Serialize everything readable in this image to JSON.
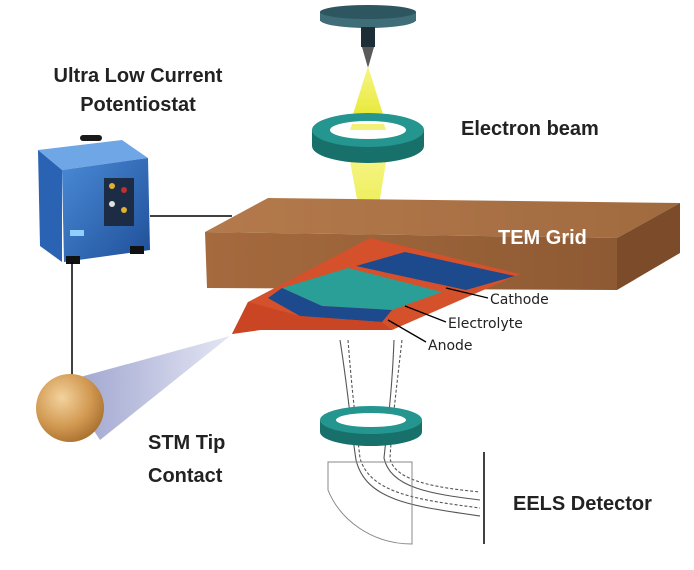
{
  "labels": {
    "potentiostat_line1": "Ultra Low Current",
    "potentiostat_line2": "Potentiostat",
    "electron_beam": "Electron beam",
    "tem_grid": "TEM Grid",
    "cathode": "Cathode",
    "electrolyte": "Electrolyte",
    "anode": "Anode",
    "stm_line1": "STM Tip",
    "stm_line2": "Contact",
    "eels": "EELS Detector"
  },
  "colors": {
    "lens_teal": "#1f8c87",
    "beam_yellow": "#ecec3c",
    "tem_grid_brown": "#9a6238",
    "anode_orange": "#d4512b",
    "electrolyte_teal": "#2a9f97",
    "cathode_blue": "#1c4a8c",
    "potentiostat_blue": "#2e6fc0",
    "stm_sphere": "#c98a3d"
  }
}
